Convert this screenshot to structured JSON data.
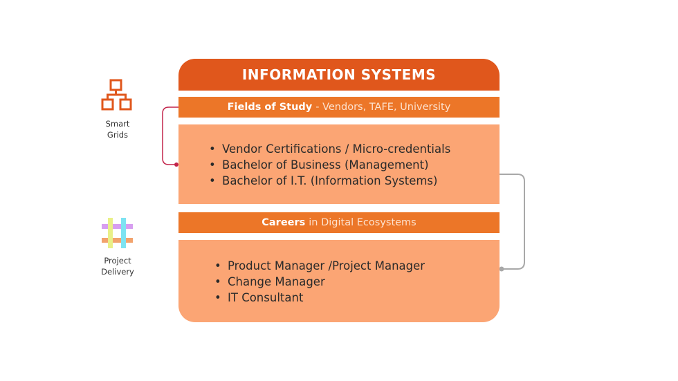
{
  "card": {
    "title": "INFORMATION SYSTEMS",
    "fields_band": {
      "strong": "Fields of Study",
      "light": "- Vendors, TAFE, University"
    },
    "fields_items": [
      "Vendor Certifications / Micro-credentials",
      "Bachelor of Business (Management)",
      "Bachelor of I.T. (Information Systems)"
    ],
    "careers_band": {
      "strong": "Careers",
      "light": "in Digital Ecosystems"
    },
    "careers_items": [
      "Product Manager /Project Manager",
      "Change Manager",
      "IT Consultant"
    ]
  },
  "side": {
    "smart_grids": {
      "line1": "Smart",
      "line2": "Grids",
      "icon": "hierarchy-icon"
    },
    "project_delivery": {
      "line1": "Project",
      "line2": "Delivery",
      "icon": "hashtag-icon"
    }
  },
  "colors": {
    "title_band": "#e0571c",
    "sub_band": "#ec7628",
    "panel": "#fba574",
    "connector_left": "#c2234a",
    "connector_right": "#a8a8a8"
  },
  "bullet": "•"
}
